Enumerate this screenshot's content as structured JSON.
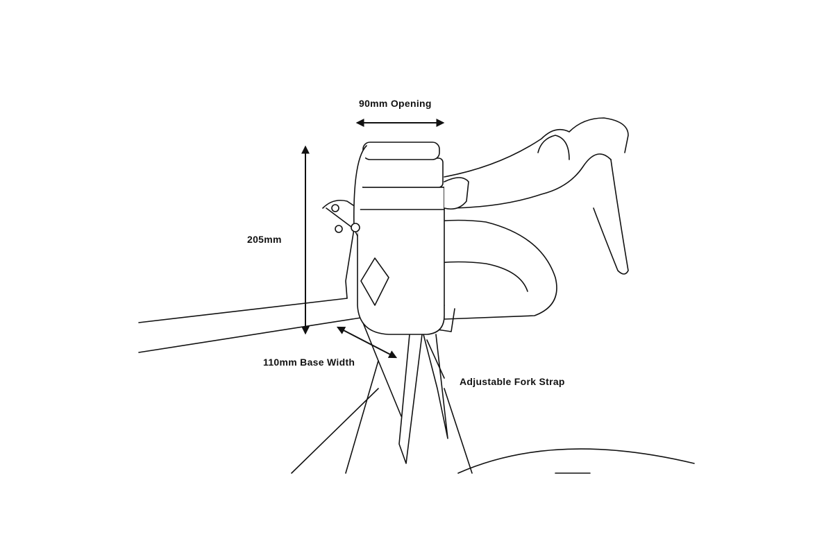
{
  "labels": {
    "opening": "90mm Opening",
    "height": "205mm",
    "base_width": "110mm Base Width",
    "fork_strap": "Adjustable Fork Strap"
  },
  "colors": {
    "line": "#111111",
    "background": "#ffffff"
  }
}
